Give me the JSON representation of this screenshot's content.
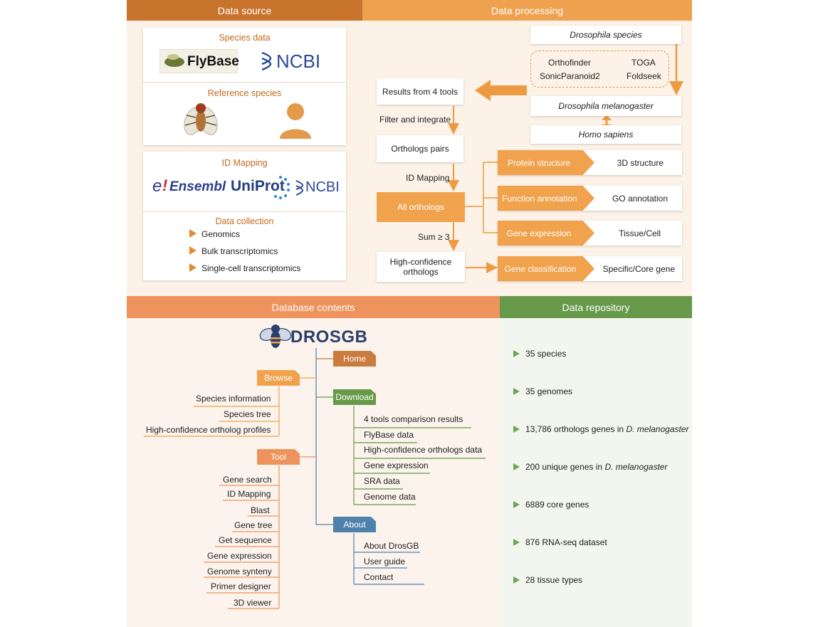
{
  "headers": {
    "data_source": "Data source",
    "data_processing": "Data processing",
    "database_contents": "Database contents",
    "data_repository": "Data repository"
  },
  "source": {
    "species_title": "Species data",
    "flybase_logo": "FlyBase",
    "ncbi_logo": "NCBI",
    "reference_title": "Reference species",
    "idmap_title": "ID Mapping",
    "ensembl_logo": "Ensembl",
    "uniprot_logo": "UniProt",
    "collection_title": "Data collection",
    "collection_items": [
      "Genomics",
      "Bulk transcriptomics",
      "Single-cell transcriptomics"
    ]
  },
  "processing": {
    "drosophila_species": "Drosophila species",
    "tools": [
      "Orthofinder",
      "TOGA",
      "SonicParanoid2",
      "Foldseek"
    ],
    "drosophila_melanogaster": "Drosophila melanogaster",
    "homo_sapiens": "Homo sapiens",
    "results": "Results from 4 tools",
    "filter": "Filter and integrate",
    "pairs": "Orthologs pairs",
    "idmapping": "ID Mapping",
    "all_orthologs": "All orthologs",
    "sum": "Sum ≥ 3",
    "high_conf_line1": "High-confidence",
    "high_conf_line2": "orthologs",
    "branches": [
      {
        "tag": "Protein structure",
        "result": "3D structure"
      },
      {
        "tag": "Function annotation",
        "result": "GO annotation"
      },
      {
        "tag": "Gene expression",
        "result": "Tissue/Cell"
      },
      {
        "tag": "Gene classification",
        "result": "Specific/Core gene"
      }
    ]
  },
  "database": {
    "logo": "DROSGB",
    "home": "Home",
    "browse": "Browse",
    "browse_items": [
      "Species information",
      "Species tree",
      "High-confidence ortholog profiles"
    ],
    "download": "Download",
    "download_items": [
      "4 tools comparison results",
      "FlyBase data",
      "High-confidence orthologs data",
      "Gene expression",
      "SRA data",
      "Genome data"
    ],
    "tool": "Tool",
    "tool_items": [
      "Gene search",
      "ID Mapping",
      "Blast",
      "Gene tree",
      "Get sequence",
      "Gene expression",
      "Genome synteny",
      "Primer designer",
      "3D viewer"
    ],
    "about": "About",
    "about_items": [
      "About DrosGB",
      "User guide",
      "Contact"
    ]
  },
  "repository": {
    "items": [
      {
        "text": "35 species",
        "italic": ""
      },
      {
        "text": "35 genomes",
        "italic": ""
      },
      {
        "text": "13,786 orthologs genes in ",
        "italic": "D. melanogaster"
      },
      {
        "text": "200 unique genes in ",
        "italic": "D. melanogaster"
      },
      {
        "text": "6889 core genes",
        "italic": ""
      },
      {
        "text": "876 RNA-seq dataset",
        "italic": ""
      },
      {
        "text": "28 tissue types",
        "italic": ""
      }
    ]
  },
  "colors": {
    "source_header": "#c9742d",
    "processing_header": "#eea24f",
    "database_header": "#ef935d",
    "repository_header": "#67994a",
    "home_tag": "#c97c3e",
    "browse_tag": "#f0a24d",
    "download_tag": "#67994a",
    "tool_tag": "#ef935d",
    "about_tag": "#4f81ad"
  }
}
